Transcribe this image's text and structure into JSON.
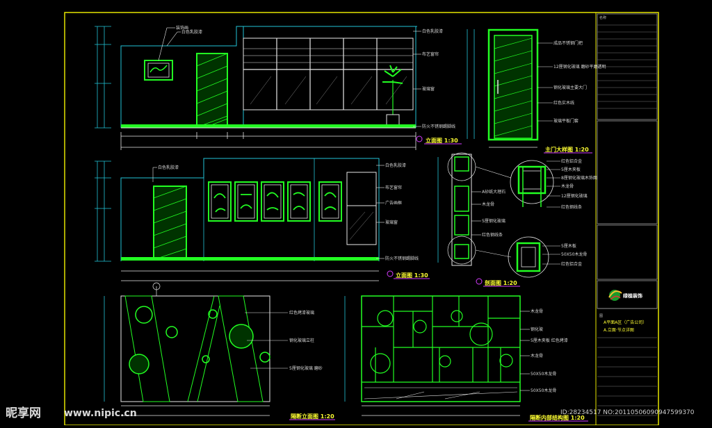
{
  "colors": {
    "background": "#000000",
    "frame": "#e6e600",
    "cyan": "#22c4d8",
    "green": "#22ff22",
    "white": "#e8e8e8",
    "magenta": "#d53cff",
    "yellow_text": "#ffff33",
    "gray": "#9a9a9a"
  },
  "views": {
    "elev1": {
      "title": "立面图 1:30"
    },
    "door": {
      "title": "主门大样图 1:20"
    },
    "elev2": {
      "title": "立面图 1:30"
    },
    "section": {
      "title": "剖面图 1:20"
    },
    "elev3": {
      "title": "隔断立面图 1:20"
    },
    "elev4": {
      "title": "隔断内部结构图 1:20"
    }
  },
  "callouts": {
    "e1_top": [
      "装饰画",
      "白色乳胶漆"
    ],
    "e1_right": [
      "白色乳胶漆",
      "布艺窗帘",
      "玻璃窗",
      "防火不锈钢踢脚线"
    ],
    "door_right": [
      "成品不锈钢门把",
      "12厘钢化玻璃 磨砂平磨透明",
      "钢化玻璃主要大门",
      "红色实木线",
      "玻璃平板门套"
    ],
    "e2_top": [
      "白色乳胶漆"
    ],
    "e2_right": [
      "白色乳胶漆",
      "布艺窗帘",
      "广告画框",
      "玻璃窗",
      "防火不锈钢踢脚线"
    ],
    "sec_left": [
      "A砂纸大理石",
      "木龙骨",
      "5厘钢化玻璃",
      "红色钢线条"
    ],
    "sec_right_top": [
      "红色铝合金",
      "5厘木夹板",
      "8厘钢化玻璃木饰面",
      "木龙骨",
      "12厘钢化玻璃",
      "红色钢线条"
    ],
    "sec_right_bot": [
      "5厘木板",
      "50X50木龙骨",
      "红色铝合金"
    ],
    "e3_right": [
      "红色烤漆玻璃",
      "钢化玻璃立柱",
      "5厘钢化玻璃 磨砂"
    ],
    "e4_right": [
      "木龙骨",
      "钢化玻",
      "5厘木夹板 红色烤漆",
      "木龙骨",
      "50X50木龙骨",
      "50X50木龙骨"
    ]
  },
  "title_block": {
    "company": "绿植装饰",
    "project": "A平面A区（广告公司）",
    "drawing": "A.立面·节点详图",
    "header": "名称"
  },
  "watermark": {
    "brand": "昵享网",
    "url": "www.nipic.cn",
    "id": "ID:28234517 NO:20110506090947599370"
  }
}
